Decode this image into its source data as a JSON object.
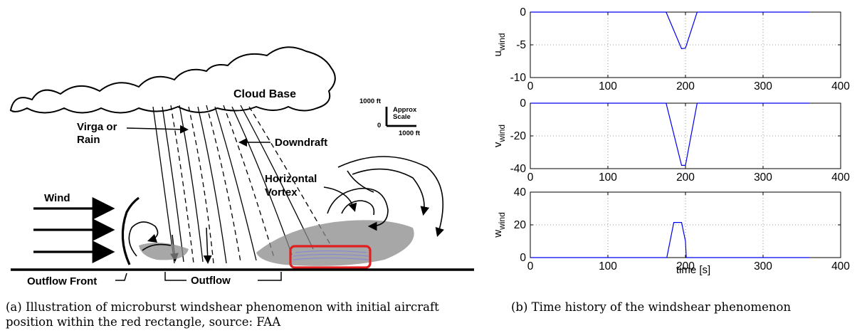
{
  "figure_a": {
    "labels": {
      "cloud_base": "Cloud Base",
      "virga_1": "Virga or",
      "virga_2": "Rain",
      "downdraft": "Downdraft",
      "vortex_1": "Horizontal",
      "vortex_2": "Vortex",
      "wind": "Wind",
      "outflow_front": "Outflow Front",
      "outflow": "Outflow",
      "scale_vertical": "1000 ft",
      "scale_zero": "0",
      "scale_approx_1": "Approx",
      "scale_approx_2": "Scale",
      "scale_horizontal": "1000 ft"
    },
    "caption": "(a) Illustration of microburst windshear phenomenon with initial aircraft position within the red rectangle, source: FAA",
    "colors": {
      "highlight": "#e02020",
      "aircraft_lines": "#8a8ad0",
      "shade": "#777777"
    }
  },
  "figure_b": {
    "caption": "(b) Time history of the windshear phenomenon",
    "xlabel": "time [s]"
  },
  "chart_data": [
    {
      "type": "line",
      "ylabel_main": "u",
      "ylabel_sub": "wind",
      "xlim": [
        0,
        400
      ],
      "ylim": [
        -10,
        0
      ],
      "xticks": [
        "0",
        "100",
        "200",
        "300",
        "400"
      ],
      "yticks": [
        "0",
        "-5",
        "-10"
      ],
      "grid": true,
      "color": "#0000ee",
      "series": [
        {
          "x": [
            0,
            175,
            195,
            200,
            215,
            360
          ],
          "y": [
            0,
            0,
            -5.6,
            -5.5,
            0,
            0
          ]
        }
      ]
    },
    {
      "type": "line",
      "ylabel_main": "v",
      "ylabel_sub": "wind",
      "xlim": [
        0,
        400
      ],
      "ylim": [
        -40,
        0
      ],
      "xticks": [
        "0",
        "100",
        "200",
        "300",
        "400"
      ],
      "yticks": [
        "0",
        "-20",
        "-40"
      ],
      "grid": true,
      "color": "#0000ee",
      "series": [
        {
          "x": [
            0,
            175,
            195,
            200,
            215,
            360
          ],
          "y": [
            0,
            0,
            -38,
            -38,
            0,
            0
          ]
        }
      ]
    },
    {
      "type": "line",
      "ylabel_main": "w",
      "ylabel_sub": "wind",
      "xlim": [
        0,
        400
      ],
      "ylim": [
        0,
        40
      ],
      "xticks": [
        "0",
        "100",
        "200",
        "300",
        "400"
      ],
      "yticks": [
        "40",
        "20",
        "0"
      ],
      "grid": true,
      "color": "#0000ee",
      "series": [
        {
          "x": [
            0,
            176,
            185,
            195,
            200,
            201,
            360
          ],
          "y": [
            0,
            0,
            21.5,
            21.5,
            10,
            0,
            0
          ]
        }
      ]
    }
  ]
}
